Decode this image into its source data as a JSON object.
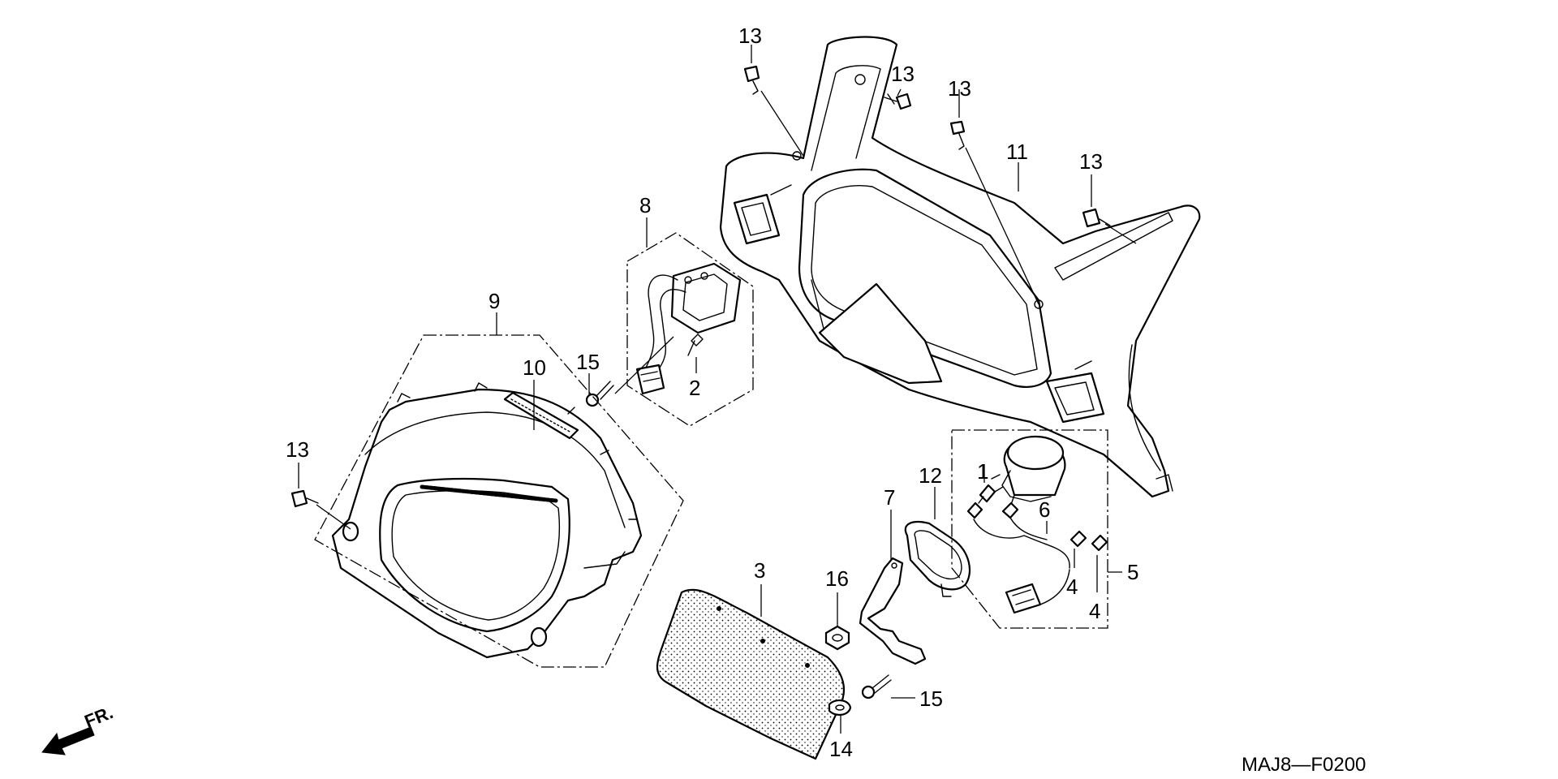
{
  "callouts": {
    "c1": "1",
    "c2": "2",
    "c3": "3",
    "c4a": "4",
    "c4b": "4",
    "c5": "5",
    "c6": "6",
    "c7": "7",
    "c8": "8",
    "c9": "9",
    "c10": "10",
    "c11": "11",
    "c12": "12",
    "c13a": "13",
    "c13b": "13",
    "c13c": "13",
    "c13d": "13",
    "c13e": "13",
    "c14": "14",
    "c15a": "15",
    "c15b": "15",
    "c16": "16"
  },
  "front_label": "FR.",
  "diagram_code": "MAJ8—F0200"
}
